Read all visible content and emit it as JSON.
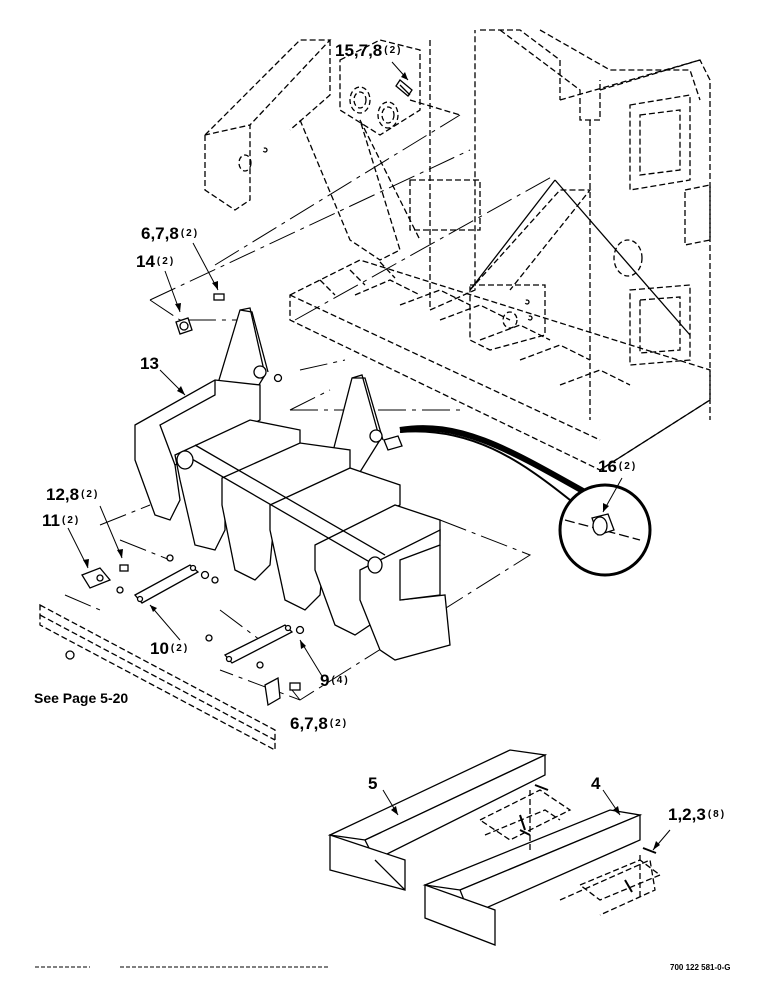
{
  "callouts": [
    {
      "id": "c1",
      "num": "15,7,8",
      "qty": "(2)"
    },
    {
      "id": "c2",
      "num": "6,7,8",
      "qty": "(2)"
    },
    {
      "id": "c3",
      "num": "14",
      "qty": "(2)"
    },
    {
      "id": "c4",
      "num": "13",
      "qty": ""
    },
    {
      "id": "c5",
      "num": "12,8",
      "qty": "(2)"
    },
    {
      "id": "c6",
      "num": "11",
      "qty": "(2)"
    },
    {
      "id": "c7",
      "num": "16",
      "qty": "(2)"
    },
    {
      "id": "c8",
      "num": "10",
      "qty": "(2)"
    },
    {
      "id": "c9",
      "num": "9",
      "qty": "(4)"
    },
    {
      "id": "c10",
      "num": "6,7,8",
      "qty": "(2)"
    },
    {
      "id": "c11",
      "num": "5",
      "qty": ""
    },
    {
      "id": "c12",
      "num": "4",
      "qty": ""
    },
    {
      "id": "c13",
      "num": "1,2,3",
      "qty": "(8)"
    }
  ],
  "reference_note": "See Page 5-20",
  "drawing_id": "700 122 581-0-G"
}
